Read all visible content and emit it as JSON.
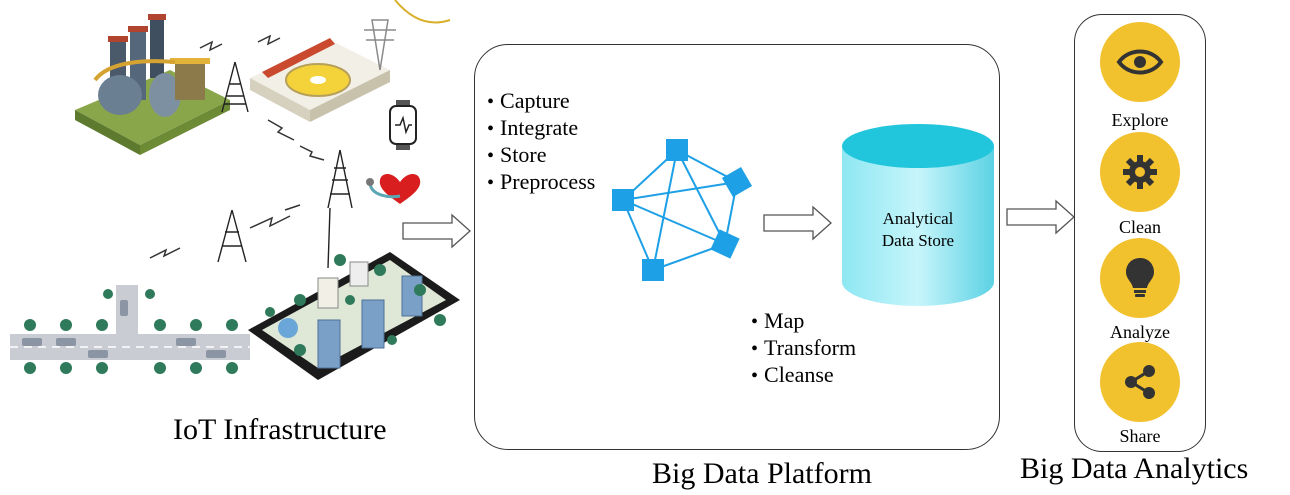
{
  "iot": {
    "caption": "IoT Infrastructure"
  },
  "platform": {
    "caption": "Big Data Platform",
    "ingest_steps": [
      "Capture",
      "Integrate",
      "Store",
      "Preprocess"
    ],
    "transform_steps": [
      "Map",
      "Transform",
      "Cleanse"
    ],
    "store_label_line1": "Analytical",
    "store_label_line2": "Data Store"
  },
  "analytics": {
    "caption": "Big Data Analytics",
    "actions": [
      {
        "label": "Explore",
        "icon": "eye-icon"
      },
      {
        "label": "Clean",
        "icon": "gear-icon"
      },
      {
        "label": "Analyze",
        "icon": "lightbulb-icon"
      },
      {
        "label": "Share",
        "icon": "share-icon"
      }
    ]
  },
  "colors": {
    "accent_yellow": "#f2c12e",
    "network_blue": "#1ea0e6",
    "store_cyan": "#7ee0ee",
    "panel_border": "#333333"
  }
}
